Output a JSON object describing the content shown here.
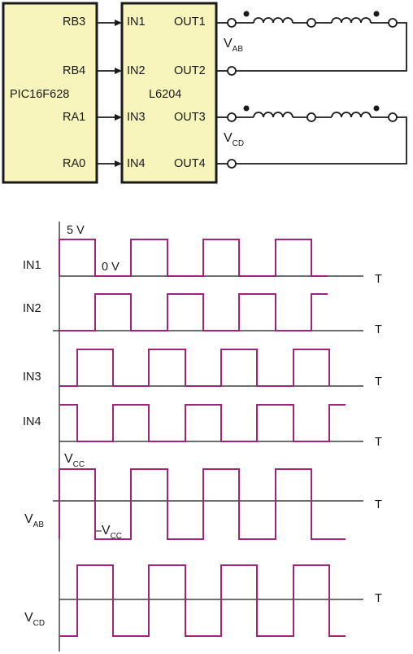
{
  "circuit": {
    "mcu": {
      "name": "PIC16F628",
      "pins": [
        "RB3",
        "RB4",
        "RA1",
        "RA0"
      ]
    },
    "driver": {
      "name": "L6204",
      "inputs": [
        "IN1",
        "IN2",
        "IN3",
        "IN4"
      ],
      "outputs": [
        "OUT1",
        "OUT2",
        "OUT3",
        "OUT4"
      ]
    },
    "windings": [
      {
        "label_main": "V",
        "label_sub": "AB"
      },
      {
        "label_main": "V",
        "label_sub": "CD"
      }
    ]
  },
  "timing": {
    "time_label": "T",
    "level_high": "5 V",
    "level_low": "0 V",
    "vcc_main": "V",
    "vcc_sub": "CC",
    "neg_vcc_main": "–V",
    "neg_vcc_sub": "CC",
    "signals": [
      {
        "name": "IN1",
        "main": "IN1",
        "sub": ""
      },
      {
        "name": "IN2",
        "main": "IN2",
        "sub": ""
      },
      {
        "name": "IN3",
        "main": "IN3",
        "sub": ""
      },
      {
        "name": "IN4",
        "main": "IN4",
        "sub": ""
      },
      {
        "name": "VAB",
        "main": "V",
        "sub": "AB"
      },
      {
        "name": "VCD",
        "main": "V",
        "sub": "CD"
      }
    ]
  },
  "colors": {
    "block_fill": "#f7f4bc",
    "waveform": "#a0247a",
    "line": "#1a1a1a"
  }
}
